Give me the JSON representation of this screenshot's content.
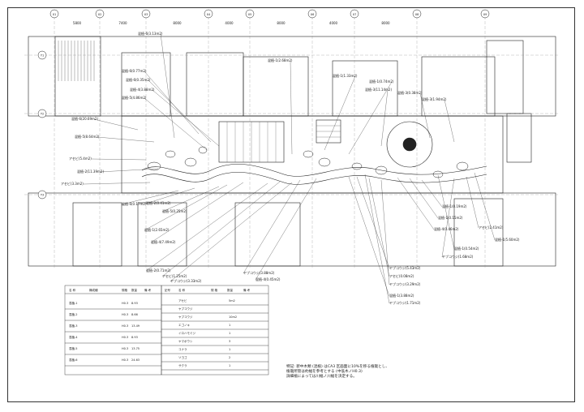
{
  "grid_axes": [
    "X1",
    "X2",
    "X3",
    "X4",
    "X5",
    "X6",
    "X7",
    "X8",
    "X9"
  ],
  "row_axes": [
    "Y1",
    "Y2",
    "Y3"
  ],
  "dimensions": [
    "5800",
    "7400",
    "8000",
    "4000",
    "8000",
    "4000",
    "8000"
  ],
  "labels_upper": [
    "混植-6(3.13m2)",
    "混植-6(0.77m2)",
    "混植-6(0.35m2)",
    "混植-4(3.88m2)",
    "混植-5(4.86m2)",
    "混植-1(2.68m2)",
    "混植-1(1.33m2)",
    "混植-1(0.74m2)",
    "混植-3(11.14m2)",
    "混植-3(0.38m2)",
    "混植-3(1.94m2)",
    "混植-6(20.69m2)",
    "混植-5(8.64m2)",
    "アセビ(5.4m2)",
    "混植-2(11.39m2)",
    "アセビ(3.3m2)"
  ],
  "labels_lower": [
    "混植-6(0.17m2)",
    "混植-2(0.41m2)",
    "混植-5(0.25m2)",
    "混植-1(2.65m2)",
    "混植-4(7.49m2)",
    "混植-2(0.71m2)",
    "アセビ(1.25m2)",
    "ヤブコウジ(3.88m2)",
    "ヤブコウジ(3.33m2)",
    "混植-4(0.45m2)",
    "混植-1(0.19m2)",
    "混植-1(0.15m2)",
    "混植-4(0.46m2)",
    "アセビ(2.41m2)",
    "混植-1(5.60m2)",
    "ヤブコウジ(1.68m2)",
    "ヤブコウジ(5.43m2)",
    "アセビ(0.08m2)",
    "ヤブコウジ(3.29m2)",
    "混植-1(3.88m2)",
    "ヤブコウジ(1.71m2)",
    "混植-1(0.54m2)"
  ],
  "legend_table": {
    "headers": [
      "名 称",
      "構成種",
      "規格",
      "数量",
      "備 考"
    ],
    "rows": [
      {
        "name": "混植-1",
        "spec": "H0.3",
        "qty": "8.93"
      },
      {
        "name": "混植-2",
        "spec": "H0.3",
        "qty": "8.66"
      },
      {
        "name": "混植-3",
        "spec": "H0.3",
        "qty": "13.49"
      },
      {
        "name": "混植-4",
        "spec": "H0.3",
        "qty": "8.93"
      },
      {
        "name": "混植-5",
        "spec": "H0.3",
        "qty": "13.75"
      },
      {
        "name": "混植-6",
        "spec": "H0.3",
        "qty": "24.63"
      }
    ]
  },
  "species_table": {
    "headers": [
      "記号",
      "名 称",
      "規 格",
      "数量",
      "備 考"
    ],
    "rows": [
      {
        "name": "アセビ",
        "qty": "5m2"
      },
      {
        "name": "ヤブコウジ",
        "qty": ""
      },
      {
        "name": "ヤブコウジ",
        "qty": "10m2"
      },
      {
        "name": "エゴノキ",
        "qty": "1"
      },
      {
        "name": "イロハモミジ",
        "qty": "1"
      },
      {
        "name": "ヤマボウシ",
        "qty": "3"
      },
      {
        "name": "コナラ",
        "qty": "1"
      },
      {
        "name": "ソヨゴ",
        "qty": "2"
      },
      {
        "name": "サクラ",
        "qty": "1"
      }
    ]
  },
  "notes": [
    "特記: 新中木類 (混植) はCA3 区画面に10%を移る植栽とし、",
    "植栽所管は約幅を参考とする (中低木ノH0.3)",
    "詳細植によっては川幅ノ川幅を決定する。"
  ],
  "colors": {
    "line": "#222222",
    "light_line": "#888888",
    "paper": "#ffffff"
  }
}
